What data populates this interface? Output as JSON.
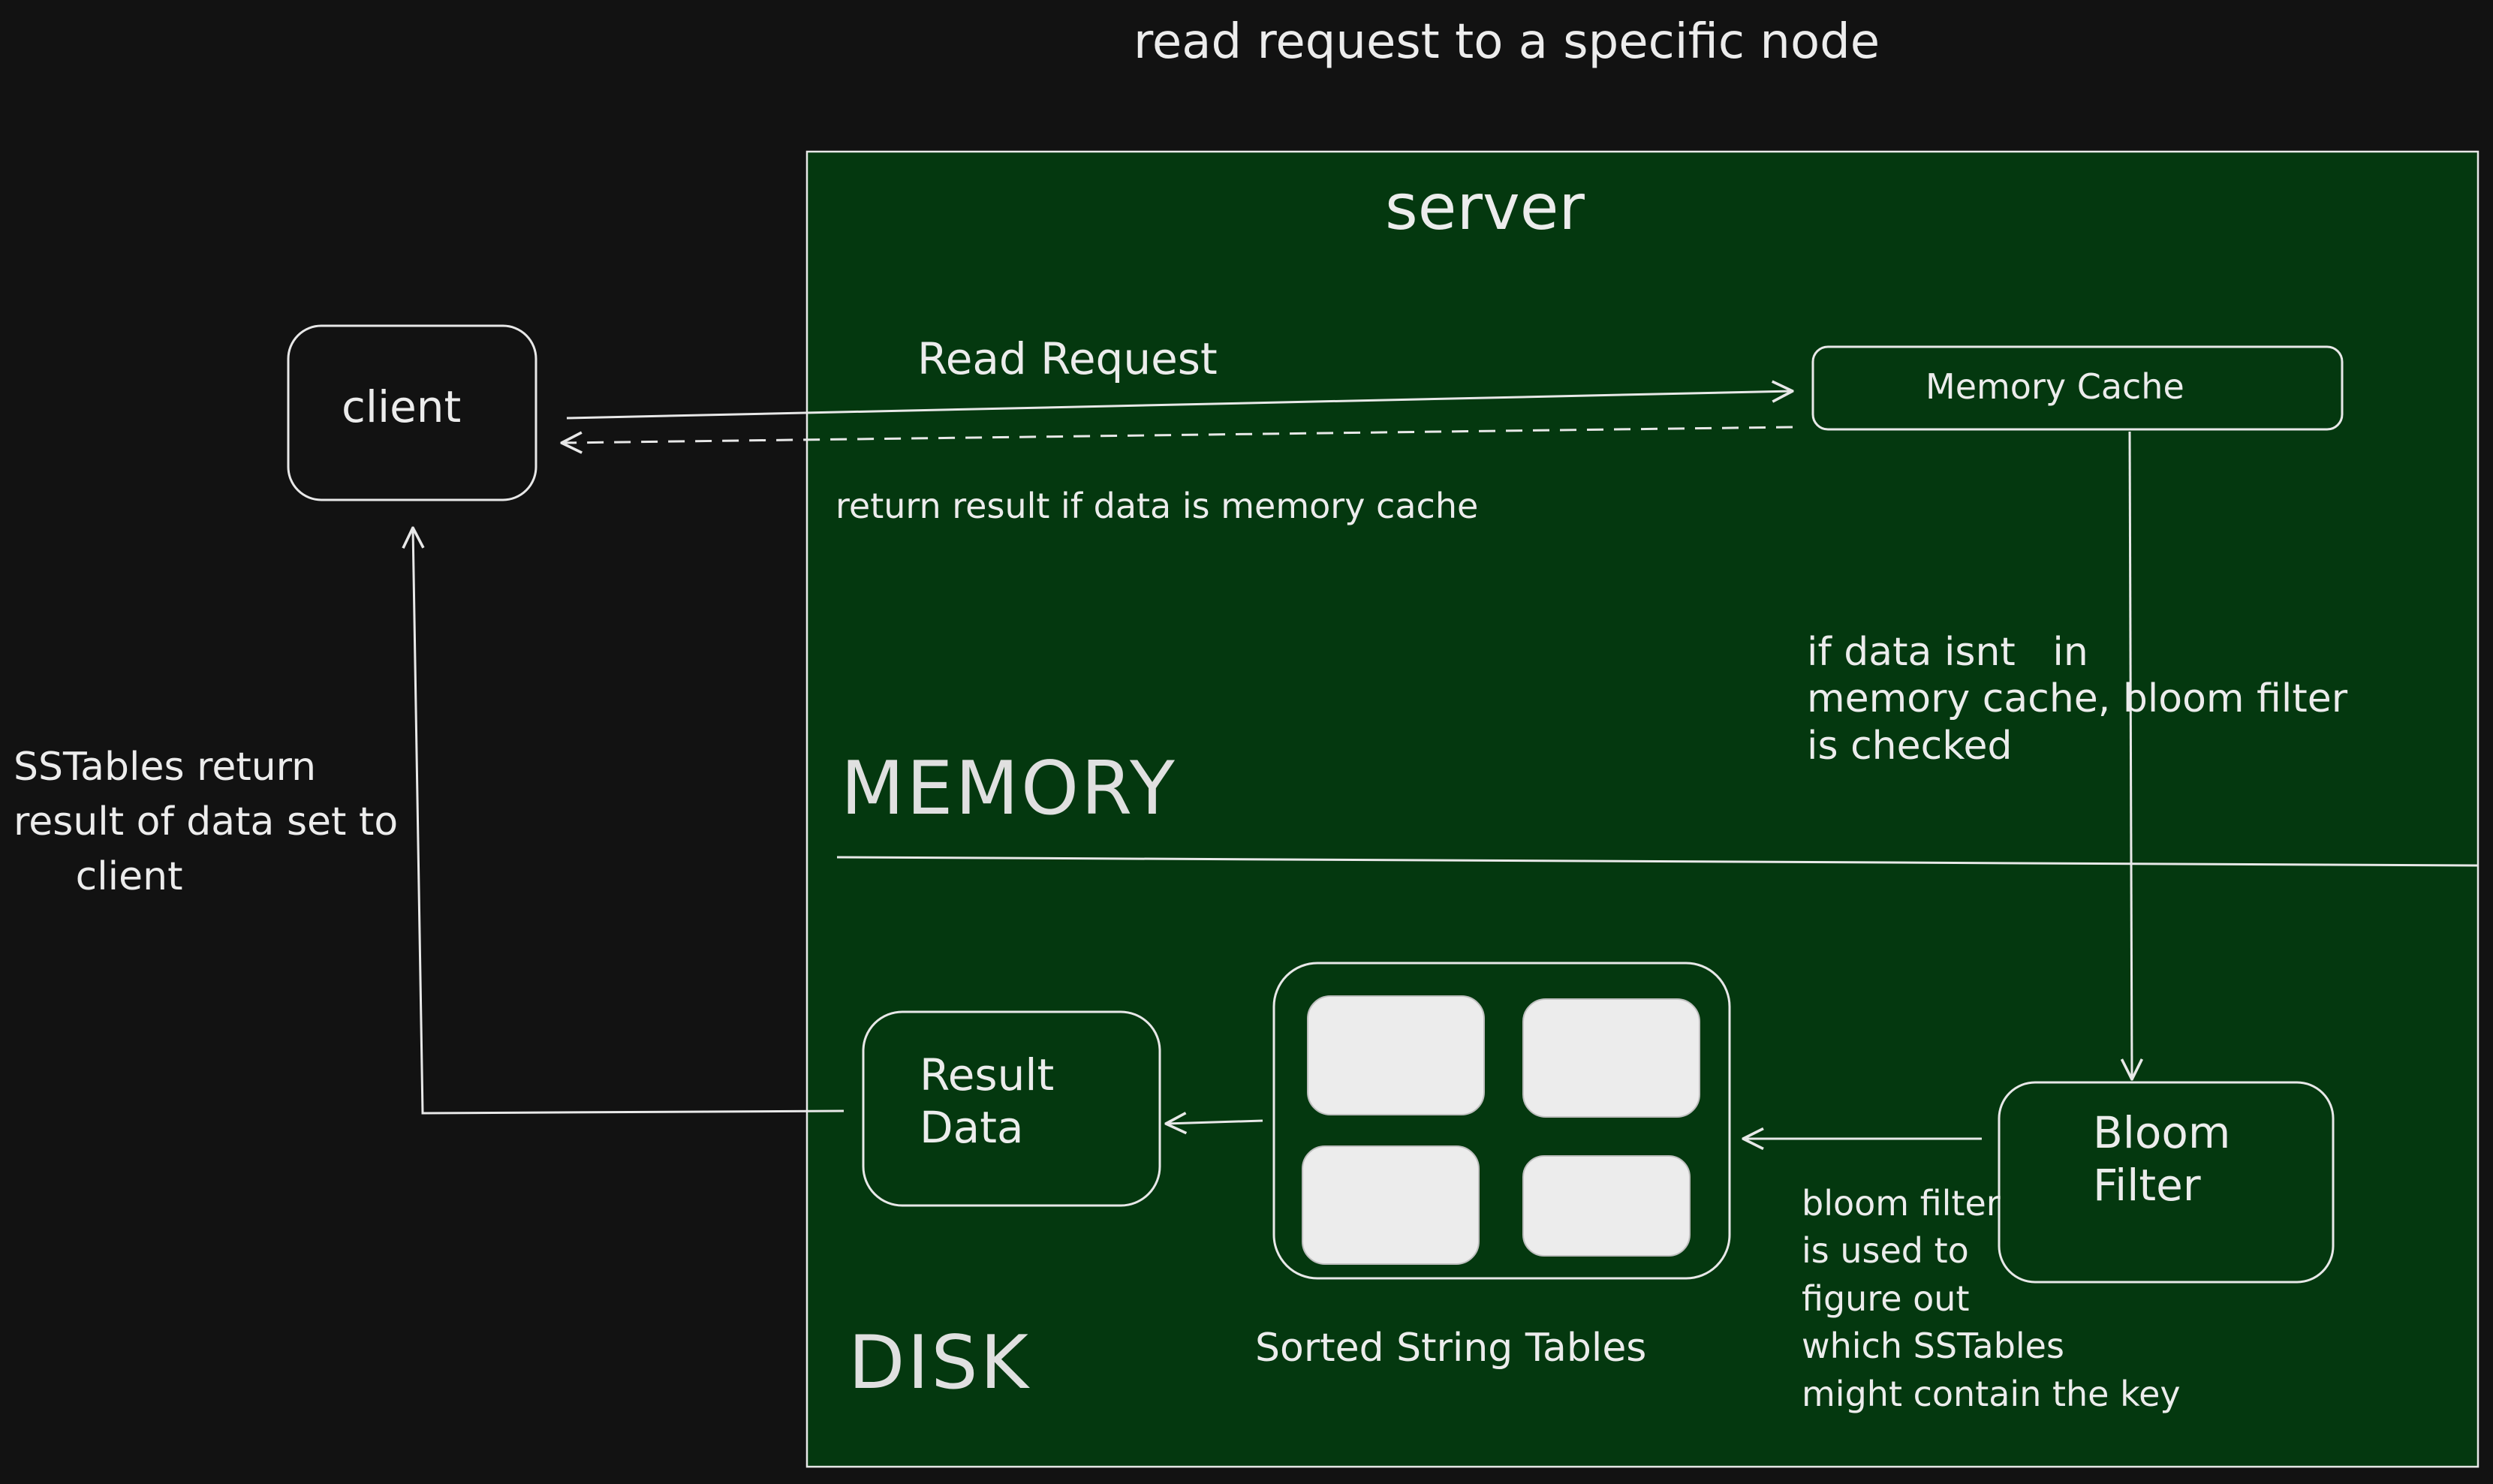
{
  "title": "read request to a specific node",
  "server": {
    "label": "server",
    "memory_label": "MEMORY",
    "disk_label": "DISK"
  },
  "client": {
    "label": "client"
  },
  "memory_cache": {
    "label": "Memory Cache"
  },
  "bloom_filter": {
    "label": "Bloom\nFilter"
  },
  "result_data": {
    "label": "Result\nData"
  },
  "sstables": {
    "label": "Sorted String Tables"
  },
  "arrows": {
    "read_request": "Read Request",
    "return_cache": "return result if data is memory cache",
    "cache_miss": "if data isnt   in\nmemory cache, bloom filter\nis checked",
    "bloom_use": "bloom filter\nis used to\nfigure out\nwhich SSTables\nmight contain the key",
    "sstable_return": "SSTables return\nresult of data set to\n     client"
  },
  "colors": {
    "background": "#121212",
    "server_fill": "#04380f",
    "stroke": "#e8e8e8",
    "table_fill": "#ececec"
  }
}
